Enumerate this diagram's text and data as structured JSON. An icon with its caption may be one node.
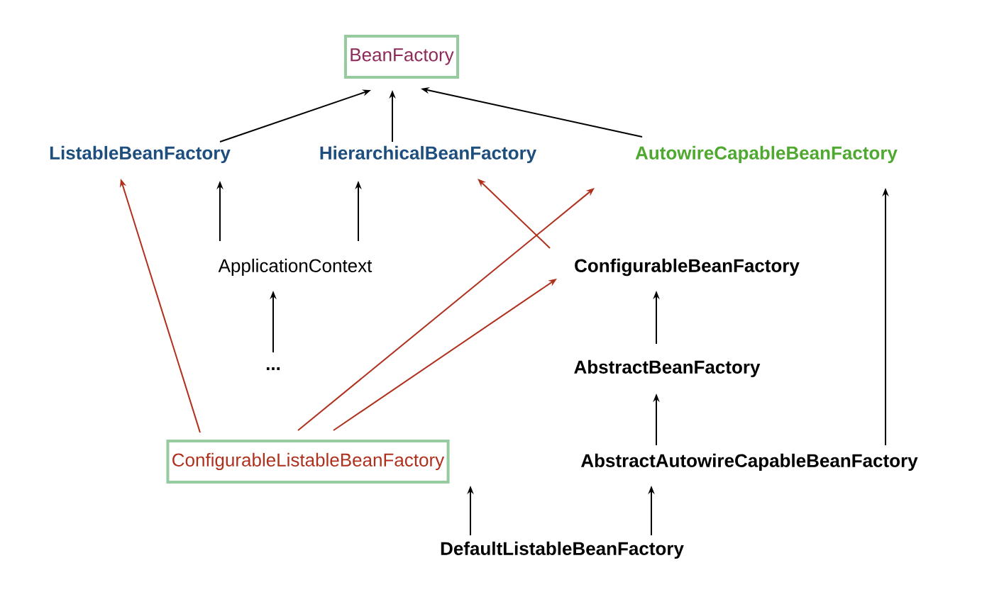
{
  "diagram": {
    "nodes": [
      {
        "text": [
          "BeanFactory"
        ]
      },
      {
        "text": [
          "ListableBeanFactory"
        ]
      },
      {
        "text": [
          "HierarchicalBeanFactory"
        ]
      },
      {
        "text": [
          "AutowireCapableBeanFactory"
        ]
      },
      {
        "text": [
          "ApplicationContext"
        ]
      },
      {
        "text": [
          "ConfigurableBeanFactory"
        ]
      },
      {
        "text": [
          "..."
        ]
      },
      {
        "text": [
          "AbstractBeanFactory"
        ]
      },
      {
        "text": [
          "ConfigurableListableBeanFactory"
        ]
      },
      {
        "text": [
          "AbstractAutowireCapableBeanFactory"
        ]
      },
      {
        "text": [
          "DefaultListableBeanFactory"
        ]
      }
    ],
    "edges": [
      {
        "from": 1,
        "to": 0,
        "arrow": "to"
      },
      {
        "from": 2,
        "to": 0,
        "arrow": "to"
      },
      {
        "from": 3,
        "to": 0,
        "arrow": "to"
      },
      {
        "from": 4,
        "to": 1,
        "arrow": "to"
      },
      {
        "from": 4,
        "to": 2,
        "arrow": "to"
      },
      {
        "from": 6,
        "to": 4,
        "arrow": "to"
      },
      {
        "from": 5,
        "to": 2,
        "arrow": "to",
        "color": "#b0301e"
      },
      {
        "from": 8,
        "to": 1,
        "arrow": "to",
        "color": "#b0301e"
      },
      {
        "from": 8,
        "to": 3,
        "arrow": "to",
        "color": "#b0301e"
      },
      {
        "from": 8,
        "to": 5,
        "arrow": "to",
        "color": "#b0301e"
      },
      {
        "from": 7,
        "to": 5,
        "arrow": "to"
      },
      {
        "from": 9,
        "to": 7,
        "arrow": "to"
      },
      {
        "from": 9,
        "to": 3,
        "arrow": "to"
      },
      {
        "from": 10,
        "to": 8,
        "arrow": "to"
      },
      {
        "from": 10,
        "to": 9,
        "arrow": "to"
      }
    ]
  }
}
